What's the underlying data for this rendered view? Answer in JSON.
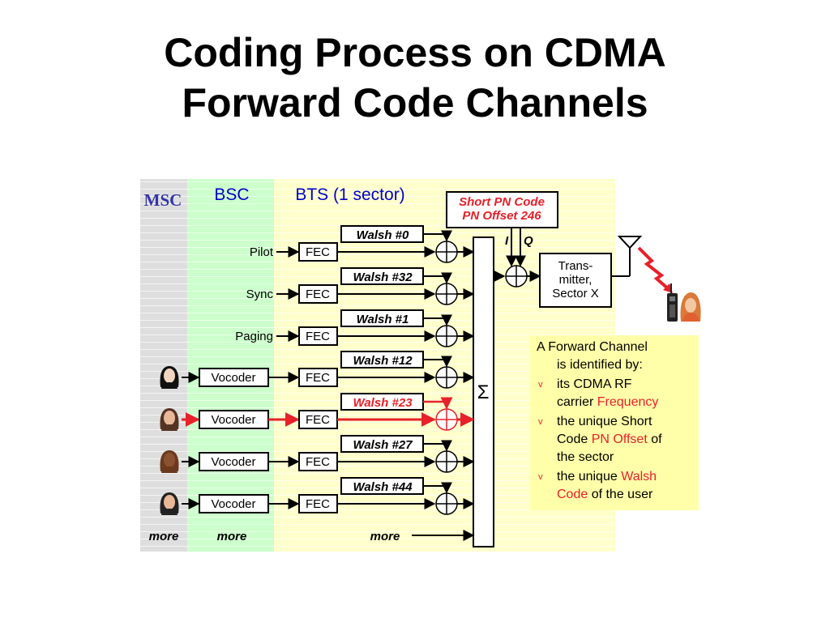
{
  "title": {
    "line1": "Coding Process on CDMA",
    "line2": "Forward Code Channels"
  },
  "columns": {
    "msc": "MSC",
    "bsc": "BSC",
    "bts": "BTS (1 sector)"
  },
  "short_pn": {
    "line1": "Short PN Code",
    "line2": "PN Offset 246"
  },
  "iq": {
    "i": "I",
    "q": "Q"
  },
  "sum_symbol": "Σ",
  "transmitter": {
    "line1": "Trans-",
    "line2": "mitter,",
    "line3": "Sector X"
  },
  "channels": [
    {
      "source": "Pilot",
      "block": "FEC",
      "walsh": "Walsh #0"
    },
    {
      "source": "Sync",
      "block": "FEC",
      "walsh": "Walsh #32"
    },
    {
      "source": "Paging",
      "block": "FEC",
      "walsh": "Walsh #1"
    },
    {
      "source": "Vocoder",
      "block": "FEC",
      "walsh": "Walsh #12"
    },
    {
      "source": "Vocoder",
      "block": "FEC",
      "walsh": "Walsh #23",
      "highlight": true
    },
    {
      "source": "Vocoder",
      "block": "FEC",
      "walsh": "Walsh #27"
    },
    {
      "source": "Vocoder",
      "block": "FEC",
      "walsh": "Walsh #44"
    }
  ],
  "more": {
    "msc": "more",
    "bsc": "more",
    "bts": "more"
  },
  "info": {
    "intro_line1": "A Forward Channel",
    "intro_line2": "is identified by:",
    "bullet_mark": "v",
    "b1_a": "its CDMA RF",
    "b1_b": "carrier ",
    "b1_red": "Frequency",
    "b2_a": "the unique Short",
    "b2_b": "Code ",
    "b2_red": "PN Offset",
    "b2_c": " of",
    "b2_d": "the sector",
    "b3_a": "the unique ",
    "b3_red1": "Walsh",
    "b3_red2": "Code",
    "b3_b": " of the user"
  },
  "colors": {
    "red": "#e8202a",
    "msc_bg": "#d9d9d9",
    "bsc_bg": "#ccffcc",
    "bts_bg": "#ffffcc",
    "bsc_text": "#0000cc",
    "msc_text": "#3333aa"
  },
  "icons": [
    "user-avatar",
    "antenna-icon",
    "mobile-phone-icon",
    "woman-caller-icon"
  ]
}
